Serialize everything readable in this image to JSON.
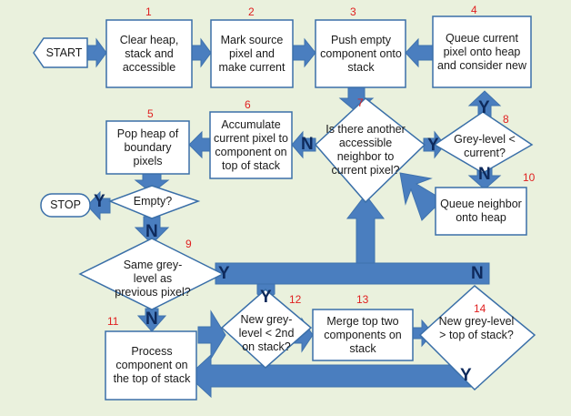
{
  "nodes": {
    "start": "START",
    "clear": "Clear heap, stack and accessible",
    "mark": "Mark source pixel and make current",
    "push": "Push empty component onto stack",
    "queue_current": "Queue current pixel onto heap and consider new",
    "pop": "Pop heap of boundary pixels",
    "accumulate": "Accumulate current pixel to component on top of stack",
    "accessible": "Is there another accessible neighbor to current pixel?",
    "grey_current": "Grey-level < current?",
    "queue_neighbor": "Queue neighbor onto heap",
    "stop": "STOP",
    "empty": "Empty?",
    "same_grey": "Same grey-level as previous pixel?",
    "new_grey_2nd": "New grey-level < 2nd on stack?",
    "merge": "Merge top two components on stack",
    "new_grey_top": "New grey-level > top of stack?",
    "process": "Process component on the top of stack"
  },
  "numbers": [
    "1",
    "2",
    "3",
    "4",
    "5",
    "6",
    "7",
    "8",
    "9",
    "10",
    "11",
    "12",
    "13",
    "14"
  ],
  "yn": {
    "y": "Y",
    "n": "N"
  }
}
